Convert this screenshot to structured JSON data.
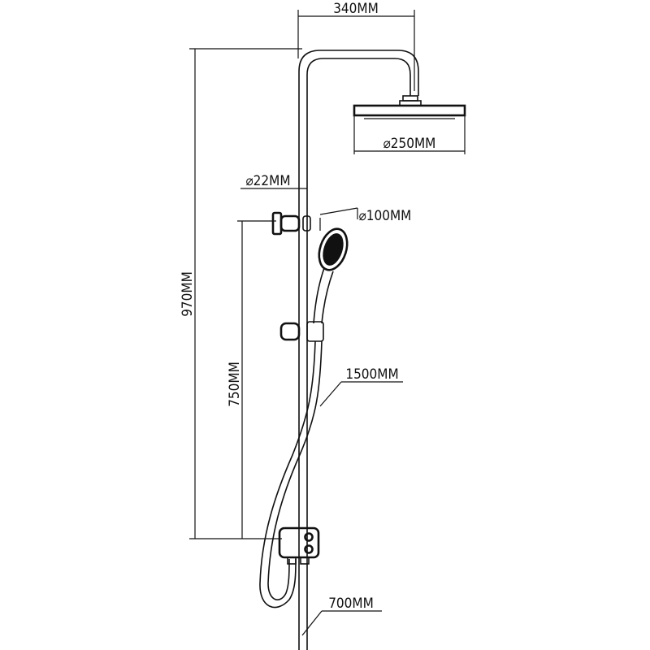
{
  "dimensions": {
    "head_width": "340MM",
    "shower_head_diameter": "⌀250MM",
    "pipe_diameter": "⌀22MM",
    "hand_shower_diameter": "⌀100MM",
    "total_height": "970MM",
    "slide_height": "750MM",
    "hose_length": "1500MM",
    "lower_pipe_length": "700MM"
  }
}
